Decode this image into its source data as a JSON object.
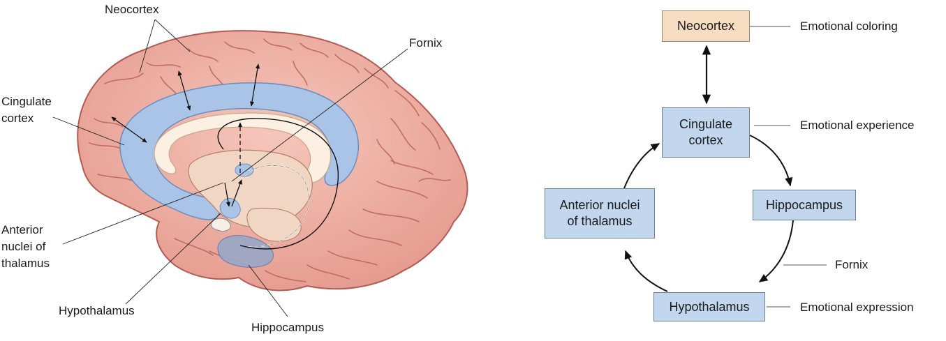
{
  "anatomy": {
    "labels": {
      "neocortex": "Neocortex",
      "fornix": "Fornix",
      "cingulate_cortex": "Cingulate\ncortex",
      "anterior_nuclei": "Anterior\nnuclei of\nthalamus",
      "hypothalamus": "Hypothalamus",
      "hippocampus": "Hippocampus"
    }
  },
  "circuit": {
    "boxes": {
      "neocortex": "Neocortex",
      "cingulate_cortex": "Cingulate\ncortex",
      "hippocampus": "Hippocampus",
      "hypothalamus": "Hypothalamus",
      "anterior_nuclei": "Anterior nuclei\nof thalamus"
    },
    "annotations": {
      "neocortex": "Emotional coloring",
      "cingulate_cortex": "Emotional experience",
      "fornix": "Fornix",
      "hypothalamus": "Emotional expression"
    }
  },
  "colors": {
    "cortex": "#f0b3a8",
    "cingulate": "#a9c4e6",
    "white_matter": "#fbf0e2",
    "box_fill": "#c2d7ee",
    "neocortex_box_fill": "#f6dcc0"
  }
}
